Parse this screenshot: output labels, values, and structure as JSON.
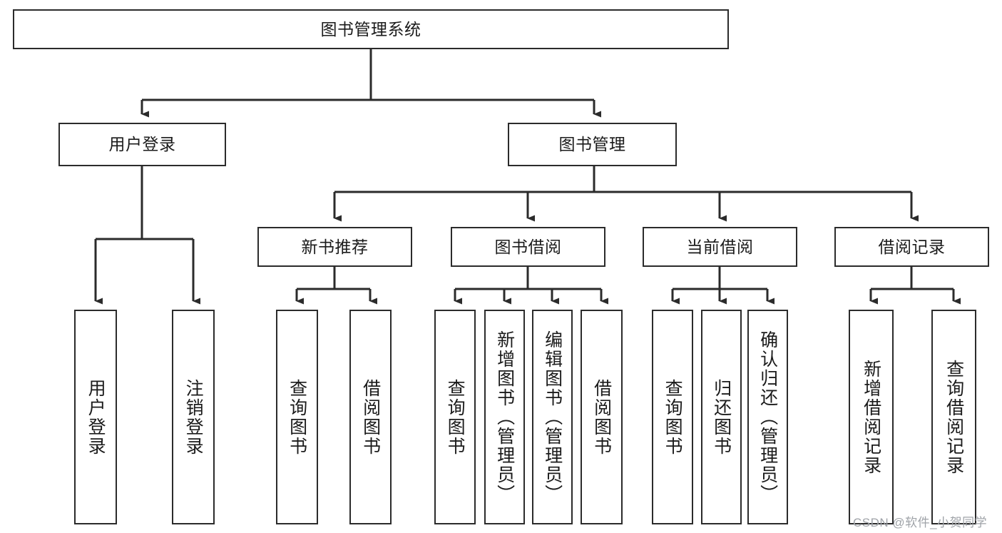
{
  "diagram": {
    "title": "图书管理系统",
    "type": "hierarchy-tree",
    "orientation": "top-down",
    "colors": {
      "stroke": "#2b2b2b",
      "fill": "#ffffff",
      "text": "#1b1b1b",
      "watermark": "#9fa3a8"
    },
    "root": {
      "label": "图书管理系统"
    },
    "level1": [
      {
        "label": "用户登录"
      },
      {
        "label": "图书管理"
      }
    ],
    "level2": [
      {
        "label": "新书推荐"
      },
      {
        "label": "图书借阅"
      },
      {
        "label": "当前借阅"
      },
      {
        "label": "借阅记录"
      }
    ],
    "leaves": {
      "user_login": [
        {
          "label": "用户登录"
        },
        {
          "label": "注销登录"
        }
      ],
      "new_book_recommend": [
        {
          "label": "查询图书"
        },
        {
          "label": "借阅图书"
        }
      ],
      "book_borrow": [
        {
          "label": "查询图书"
        },
        {
          "label": "新增图书（管理员）"
        },
        {
          "label": "编辑图书（管理员）"
        },
        {
          "label": "借阅图书"
        }
      ],
      "current_borrow": [
        {
          "label": "查询图书"
        },
        {
          "label": "归还图书"
        },
        {
          "label": "确认归还（管理员）"
        }
      ],
      "borrow_record": [
        {
          "label": "新增借阅记录"
        },
        {
          "label": "查询借阅记录"
        }
      ]
    }
  },
  "watermark": {
    "text": "CSDN @软件_小贺同学"
  }
}
